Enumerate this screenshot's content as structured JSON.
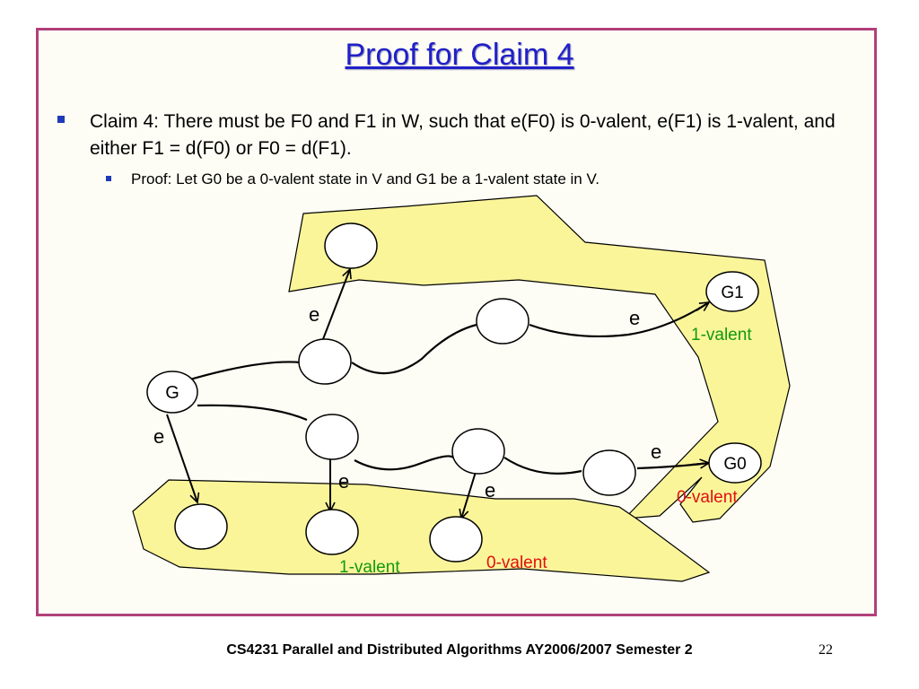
{
  "slide": {
    "title": "Proof for Claim 4",
    "bullets": {
      "claim": "Claim 4: There must be F0 and F1 in W, such that e(F0) is 0-valent, e(F1) is 1-valent, and either F1 = d(F0) or F0 = d(F1).",
      "proof": "Proof: Let G0 be a 0-valent state in V and G1 be a 1-valent state in V."
    },
    "footer": "CS4231 Parallel and Distributed Algorithms AY2006/2007 Semester 2",
    "page_number": "22"
  },
  "diagram": {
    "nodes": {
      "g": "G",
      "g1": "G1",
      "g0": "G0"
    },
    "edge_labels": {
      "e_top_left": "e",
      "e_top_right": "e",
      "e_left": "e",
      "e_mid": "e",
      "e_mid2": "e",
      "e_right": "e"
    },
    "valence_labels": {
      "g1_valent": "1-valent",
      "g0_valent": "0-valent",
      "bottom_1_valent": "1-valent",
      "bottom_0_valent": "0-valent"
    },
    "colors": {
      "title": "#2020c8",
      "region_fill": "#fbf59a",
      "one_valent": "#119911",
      "zero_valent": "#e01010",
      "frame": "#b0407a"
    }
  }
}
